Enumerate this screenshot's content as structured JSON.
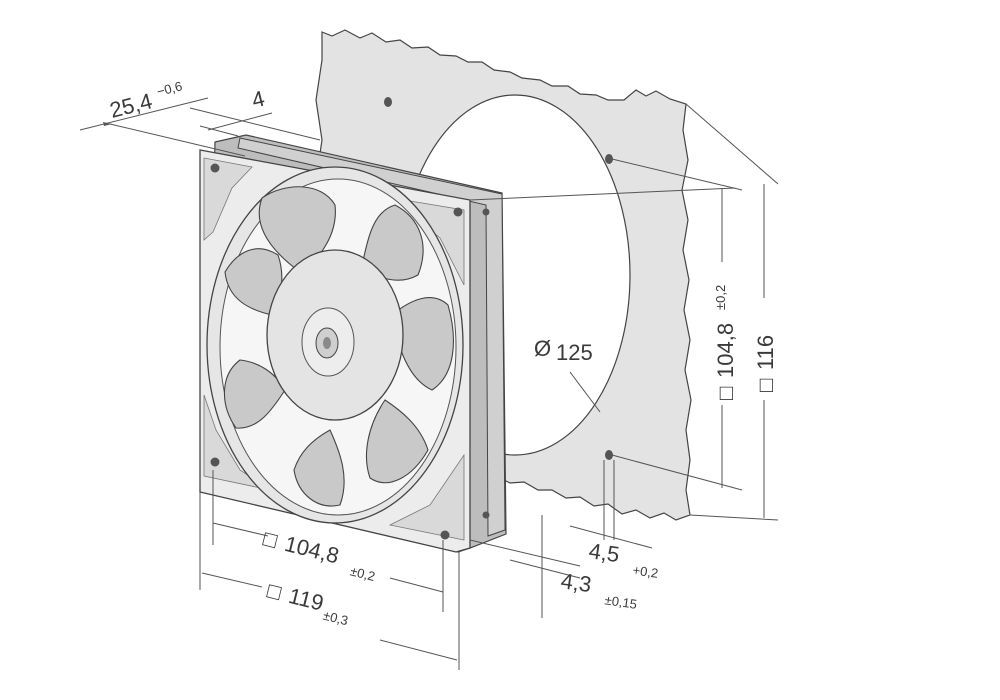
{
  "colors": {
    "panel": "#e3e3e3",
    "frame_face": "#ececec",
    "frame_side": "#bdbdbd",
    "blade": "#c9c9c9",
    "hub": "#e4e4e4",
    "line": "#444444"
  },
  "dimensions": {
    "depth": {
      "value": "25,4",
      "tol": "−0,6"
    },
    "flange": {
      "value": "4"
    },
    "hole_spacing_bottom": {
      "symbol": "□",
      "value": "104,8",
      "tol": "±0,2"
    },
    "frame_width": {
      "symbol": "□",
      "value": "119",
      "tol": "±0,3"
    },
    "cutout_diameter": {
      "symbol": "Ø",
      "value": "125"
    },
    "hole_spacing_right": {
      "symbol": "□",
      "value": "104,8",
      "tol": "±0,2"
    },
    "panel_square": {
      "symbol": "□",
      "value": "116"
    },
    "screw_hole": {
      "value": "4,5",
      "tol": "+0,2"
    },
    "mount_hole": {
      "value": "4,3",
      "tol": "±0,15"
    }
  }
}
